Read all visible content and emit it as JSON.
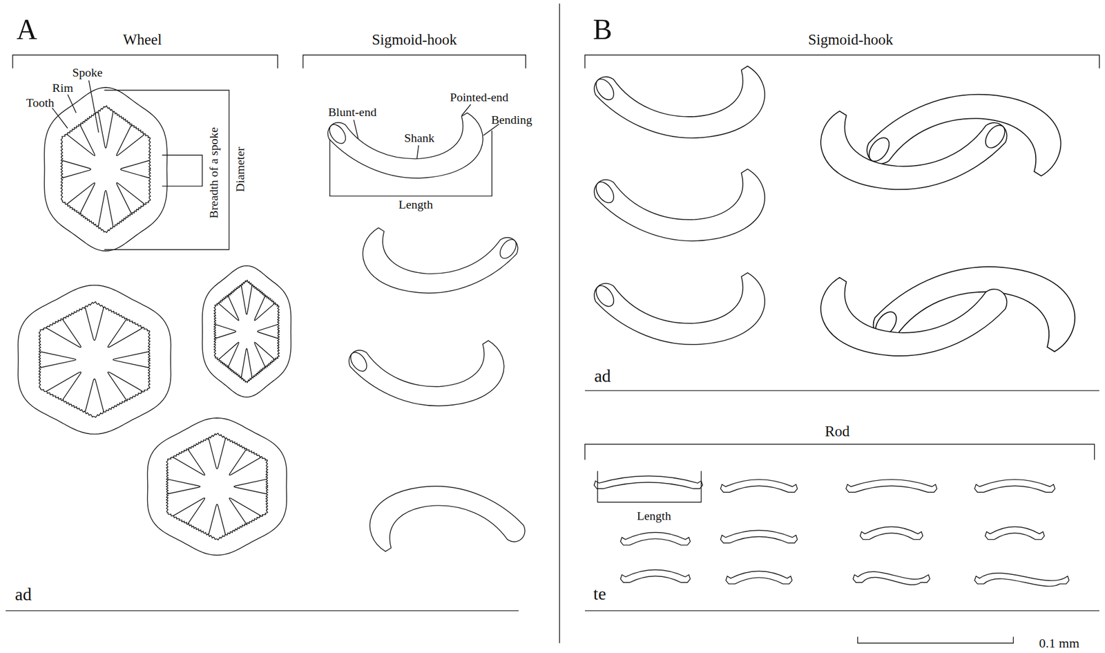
{
  "diagram": {
    "labels": [
      "A",
      "Wheel",
      "Sigmoid-hook",
      "Spoke",
      "Rim",
      "Tooth",
      "Breadth of a spoke",
      "Diameter",
      "Blunt-end",
      "Pointed-end",
      "Shank",
      "Bending",
      "Length",
      "ad",
      "B",
      "Sigmoid-hook",
      "ad",
      "Rod",
      "Length",
      "te",
      "0.1 mm"
    ]
  }
}
